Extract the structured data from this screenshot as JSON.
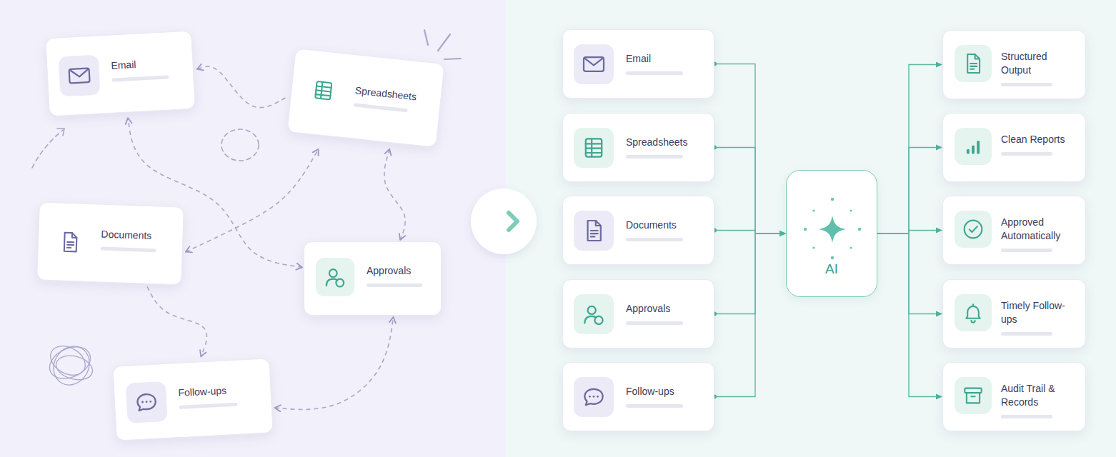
{
  "diagram": {
    "nodes": [
      {
        "text": [
          "Email"
        ]
      },
      {
        "text": [
          "Spreadsheets"
        ]
      },
      {
        "text": [
          "Documents"
        ]
      },
      {
        "text": [
          "Approvals"
        ]
      },
      {
        "text": [
          "Follow-ups"
        ]
      },
      {
        "text": [
          "Email"
        ]
      },
      {
        "text": [
          "Spreadsheets"
        ]
      },
      {
        "text": [
          "Documents"
        ]
      },
      {
        "text": [
          "Approvals"
        ]
      },
      {
        "text": [
          "Follow-ups"
        ]
      },
      {
        "text": [
          "AI"
        ]
      },
      {
        "text": [
          "Structured Output"
        ]
      },
      {
        "text": [
          "Clean Reports"
        ]
      },
      {
        "text": [
          "Approved Automatically"
        ]
      },
      {
        "text": [
          "Timely Follow-ups"
        ]
      },
      {
        "text": [
          "Audit Trail & Records"
        ]
      }
    ],
    "edges": [
      {
        "from": 1,
        "to": 0,
        "arrow": "to"
      },
      {
        "from": 2,
        "to": 1,
        "arrow": "both"
      },
      {
        "from": 1,
        "to": 3,
        "arrow": "both"
      },
      {
        "from": 2,
        "to": 4,
        "arrow": "to"
      },
      {
        "from": 4,
        "to": 3,
        "arrow": "both"
      },
      {
        "from": 3,
        "to": 0,
        "arrow": "both"
      },
      {
        "from": 5,
        "to": 10,
        "arrow": "to"
      },
      {
        "from": 6,
        "to": 10,
        "arrow": "to"
      },
      {
        "from": 7,
        "to": 10,
        "arrow": "to"
      },
      {
        "from": 8,
        "to": 10,
        "arrow": "to"
      },
      {
        "from": 9,
        "to": 10,
        "arrow": "to"
      },
      {
        "from": 10,
        "to": 11,
        "arrow": "to"
      },
      {
        "from": 10,
        "to": 12,
        "arrow": "to"
      },
      {
        "from": 10,
        "to": 13,
        "arrow": "to"
      },
      {
        "from": 10,
        "to": 14,
        "arrow": "to"
      },
      {
        "from": 10,
        "to": 15,
        "arrow": "to"
      }
    ]
  }
}
